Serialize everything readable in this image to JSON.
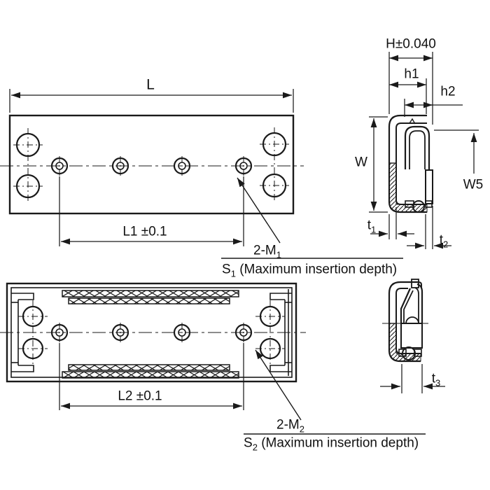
{
  "drawing": {
    "type": "technical-dimension-drawing",
    "colors": {
      "line": "#1a1a1a",
      "background": "#ffffff"
    }
  },
  "labels": {
    "l": {
      "text": "L"
    },
    "l1": {
      "text": "L1 ±0.1"
    },
    "l2": {
      "text": "L2 ±0.1"
    },
    "h": {
      "text": "H±0.040"
    },
    "h1": {
      "text": "h1"
    },
    "h2": {
      "text": "h2"
    },
    "w": {
      "text": "W"
    },
    "w5": {
      "text": "W5"
    },
    "t1": {
      "main": "t",
      "sub": "1"
    },
    "t2": {
      "main": "t",
      "sub": "2"
    },
    "t3": {
      "main": "t",
      "sub": "3"
    },
    "m1": {
      "main": "2-M",
      "sub": "1"
    },
    "s1": {
      "main": "S",
      "sub": "1",
      "rest": " (Maximum insertion depth)"
    },
    "m2": {
      "main": "2-M",
      "sub": "2"
    },
    "s2": {
      "main": "S",
      "sub": "2",
      "rest": " (Maximum insertion depth)"
    }
  }
}
